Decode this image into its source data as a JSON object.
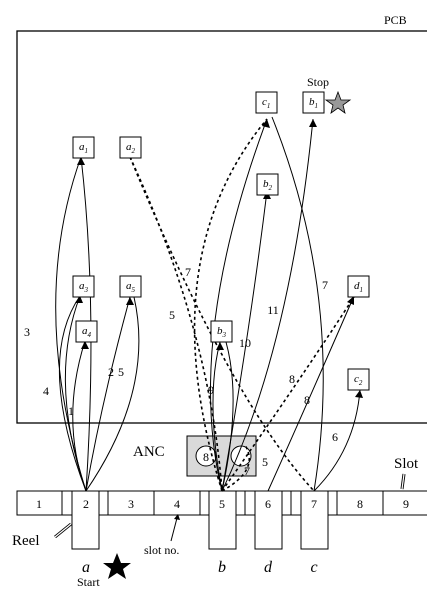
{
  "labels": {
    "pcb": "PCB",
    "stop": "Stop",
    "start": "Start",
    "anc": "ANC",
    "slot": "Slot",
    "reel": "Reel",
    "slot_no": "slot no."
  },
  "slots": [
    "1",
    "2",
    "3",
    "4",
    "5",
    "6",
    "7",
    "8",
    "9"
  ],
  "feeders": [
    "a",
    "b",
    "d",
    "c"
  ],
  "nodes": [
    {
      "id": "a1",
      "letter": "a",
      "sub": "1"
    },
    {
      "id": "a2",
      "letter": "a",
      "sub": "2"
    },
    {
      "id": "a3",
      "letter": "a",
      "sub": "3"
    },
    {
      "id": "a4",
      "letter": "a",
      "sub": "4"
    },
    {
      "id": "a5",
      "letter": "a",
      "sub": "5"
    },
    {
      "id": "b1",
      "letter": "b",
      "sub": "1"
    },
    {
      "id": "b2",
      "letter": "b",
      "sub": "2"
    },
    {
      "id": "b3",
      "letter": "b",
      "sub": "3"
    },
    {
      "id": "c1",
      "letter": "c",
      "sub": "1"
    },
    {
      "id": "c2",
      "letter": "c",
      "sub": "2"
    },
    {
      "id": "d1",
      "letter": "d",
      "sub": "1"
    }
  ],
  "anc_holes": [
    "8",
    "7"
  ],
  "move_numbers": [
    "1",
    "2",
    "3",
    "4",
    "5",
    "5",
    "5",
    "6",
    "7",
    "7",
    "8",
    "8",
    "9",
    "10",
    "11"
  ]
}
